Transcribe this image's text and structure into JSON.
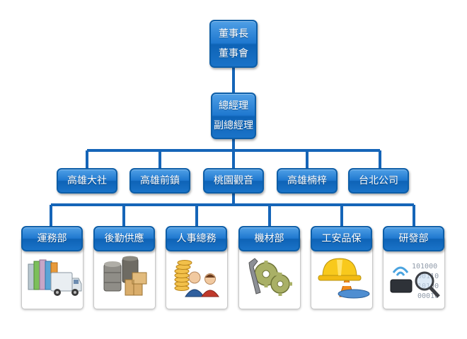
{
  "chairman": {
    "line1": "董事長",
    "line2": "董事會"
  },
  "gm": {
    "line1": "總經理",
    "line2": "副總經理"
  },
  "sites": [
    "高雄大社",
    "高雄前鎮",
    "桃園觀音",
    "高雄楠梓",
    "台北公司"
  ],
  "departments": [
    {
      "label": "運務部",
      "icon": "truck-with-books-icon"
    },
    {
      "label": "後勤供應",
      "icon": "oil-barrels-and-boxes-icon"
    },
    {
      "label": "人事總務",
      "icon": "coins-and-people-icon"
    },
    {
      "label": "機材部",
      "icon": "wrench-and-gears-icon"
    },
    {
      "label": "工安品保",
      "icon": "hard-hat-and-cone-icon"
    },
    {
      "label": "研發部",
      "icon": "binary-magnifier-icon"
    }
  ],
  "binary_text": [
    "101000",
    "00110",
    "10100",
    "00010"
  ],
  "colors": {
    "box_blue": "#1f78cf",
    "line_blue": "#1565b8"
  }
}
